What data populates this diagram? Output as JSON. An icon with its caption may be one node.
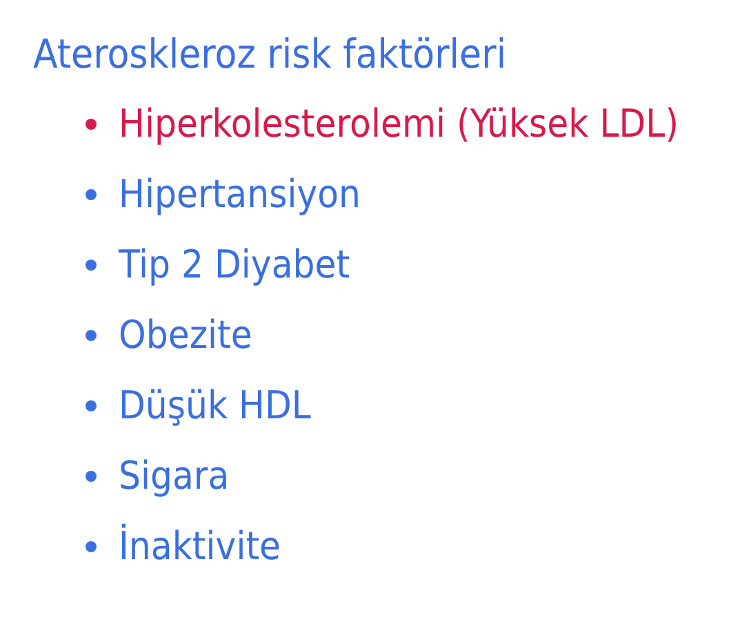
{
  "diagram": {
    "title": "Ateroskleroz risk faktörleri",
    "labels": [
      "Hiperkolesterolemi (Yüksek LDL)",
      "Hipertansiyon",
      "Tip 2 Diyabet",
      "Obezite",
      "Düşük HDL",
      "Sigara",
      "İnaktivite"
    ]
  }
}
